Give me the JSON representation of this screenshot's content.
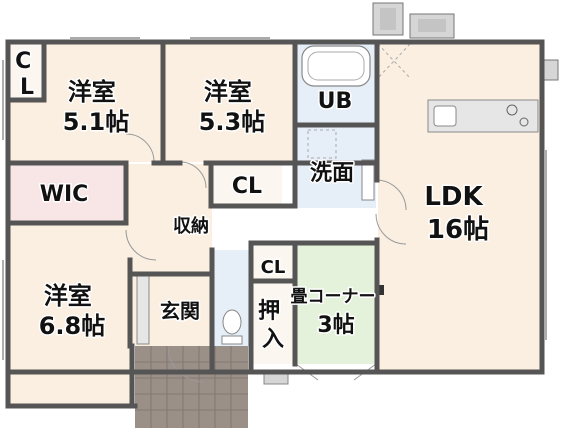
{
  "colors": {
    "wood_floor": "#faefe1",
    "wic_floor": "#f8e6e6",
    "tile_floor": "#e6eef7",
    "tatami_floor": "#e4f2dc",
    "storage_floor": "#fbf6ef",
    "wall": "#555555",
    "porch_tile": "#9a9088",
    "fixture": "#e6e6e6"
  },
  "rooms": [
    {
      "id": "cl-1",
      "label": "C\nL"
    },
    {
      "id": "bedroom-1",
      "label": "洋室\n5.1帖"
    },
    {
      "id": "bedroom-2",
      "label": "洋室\n5.3帖"
    },
    {
      "id": "unit-bath",
      "label": "UB"
    },
    {
      "id": "wic",
      "label": "WIC"
    },
    {
      "id": "cl-2",
      "label": "CL"
    },
    {
      "id": "washroom",
      "label": "洗面"
    },
    {
      "id": "storage",
      "label": "収納"
    },
    {
      "id": "ldk",
      "label": "LDK\n16帖"
    },
    {
      "id": "cl-3",
      "label": "CL"
    },
    {
      "id": "bedroom-3",
      "label": "洋室\n6.8帖"
    },
    {
      "id": "entrance",
      "label": "玄関"
    },
    {
      "id": "closet",
      "label": "押\n入"
    },
    {
      "id": "tatami-corner",
      "label": "畳コーナー\n3帖"
    }
  ]
}
